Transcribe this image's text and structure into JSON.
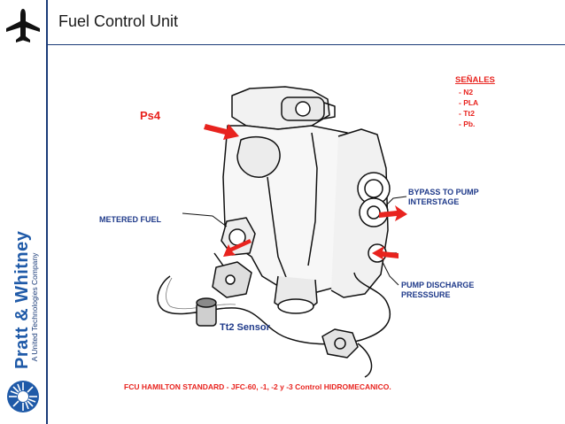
{
  "header": {
    "title": "Fuel Control Unit"
  },
  "brand": {
    "name": "Pratt & Whitney",
    "subtitle": "A United Technologies Company"
  },
  "signals": {
    "heading": "SEÑALES",
    "items": [
      "- N2",
      "- PLA",
      "- Tt2",
      "- Pb."
    ]
  },
  "labels": {
    "ps4": "Ps4",
    "metered_fuel": "METERED FUEL",
    "bypass_line1": "BYPASS TO PUMP",
    "bypass_line2": "INTERSTAGE",
    "pump_line1": "PUMP DISCHARGE",
    "pump_line2": "PRESSSURE",
    "tt2_sensor": "Tt2 Sensor"
  },
  "caption": "FCU HAMILTON STANDARD - JFC-60, -1, -2 y -3 Control HIDROMECANICO.",
  "colors": {
    "accent_red": "#e8231e",
    "label_blue": "#1f3a8a",
    "brand_blue": "#1f5aa8"
  },
  "icons": {
    "sidebar_top": "airplane-icon",
    "sidebar_bottom": "pw-eagle-logo-icon"
  }
}
